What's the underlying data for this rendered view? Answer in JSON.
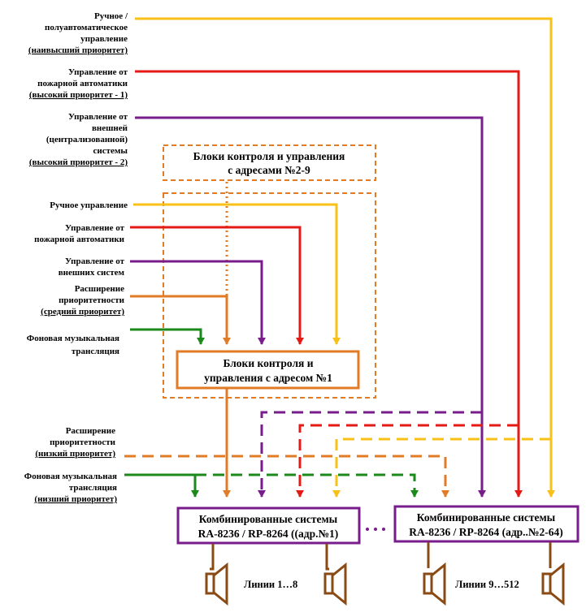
{
  "colors": {
    "yellow": "#f9c017",
    "red": "#e41a14",
    "purple": "#7a1d8c",
    "orange": "#e27b26",
    "green": "#1b8a1b",
    "speaker": "#8a4a14"
  },
  "sources_top": [
    {
      "lines": [
        "Ручное  /",
        "полуавтоматическое",
        "управление",
        "(наивысший приоритет)"
      ]
    },
    {
      "lines": [
        "Управление от",
        "пожарной автоматики",
        "(высокий приоритет - 1)"
      ]
    },
    {
      "lines": [
        "Управление от",
        "внешней",
        "(централизованной)",
        "системы",
        "(высокий приоритет - 2)"
      ]
    }
  ],
  "group_box": {
    "lines": [
      "Блоки контроля и управления",
      "с адресами №2-9"
    ]
  },
  "sources_mid": [
    {
      "lines": [
        "Ручное управление"
      ]
    },
    {
      "lines": [
        "Управление от",
        "пожарной автоматики"
      ]
    },
    {
      "lines": [
        "Управление от",
        "внешних систем"
      ]
    },
    {
      "lines": [
        "Расширение",
        "приоритетности",
        "(средний приоритет)"
      ]
    },
    {
      "lines": [
        "Фоновая музыкальная",
        "трансляция"
      ]
    }
  ],
  "main_box": {
    "lines": [
      "Блоки контроля и",
      "управления с адресом №1"
    ]
  },
  "sources_low": [
    {
      "lines": [
        "Расширение",
        "приоритетности",
        "(низкий приоритет)"
      ]
    },
    {
      "lines": [
        "Фоновая музыкальная",
        "трансляция",
        "(низший приоритет)"
      ]
    }
  ],
  "system_left": {
    "lines": [
      "Комбинированные системы",
      "RA-8236 / RP-8264 ((адр.№1)"
    ]
  },
  "system_right": {
    "lines": [
      "Комбинированные системы",
      "RA-8236 / RP-8264 (адр..№2-64)"
    ]
  },
  "lines_left": "Линии 1…8",
  "lines_right": "Линии 9…512"
}
